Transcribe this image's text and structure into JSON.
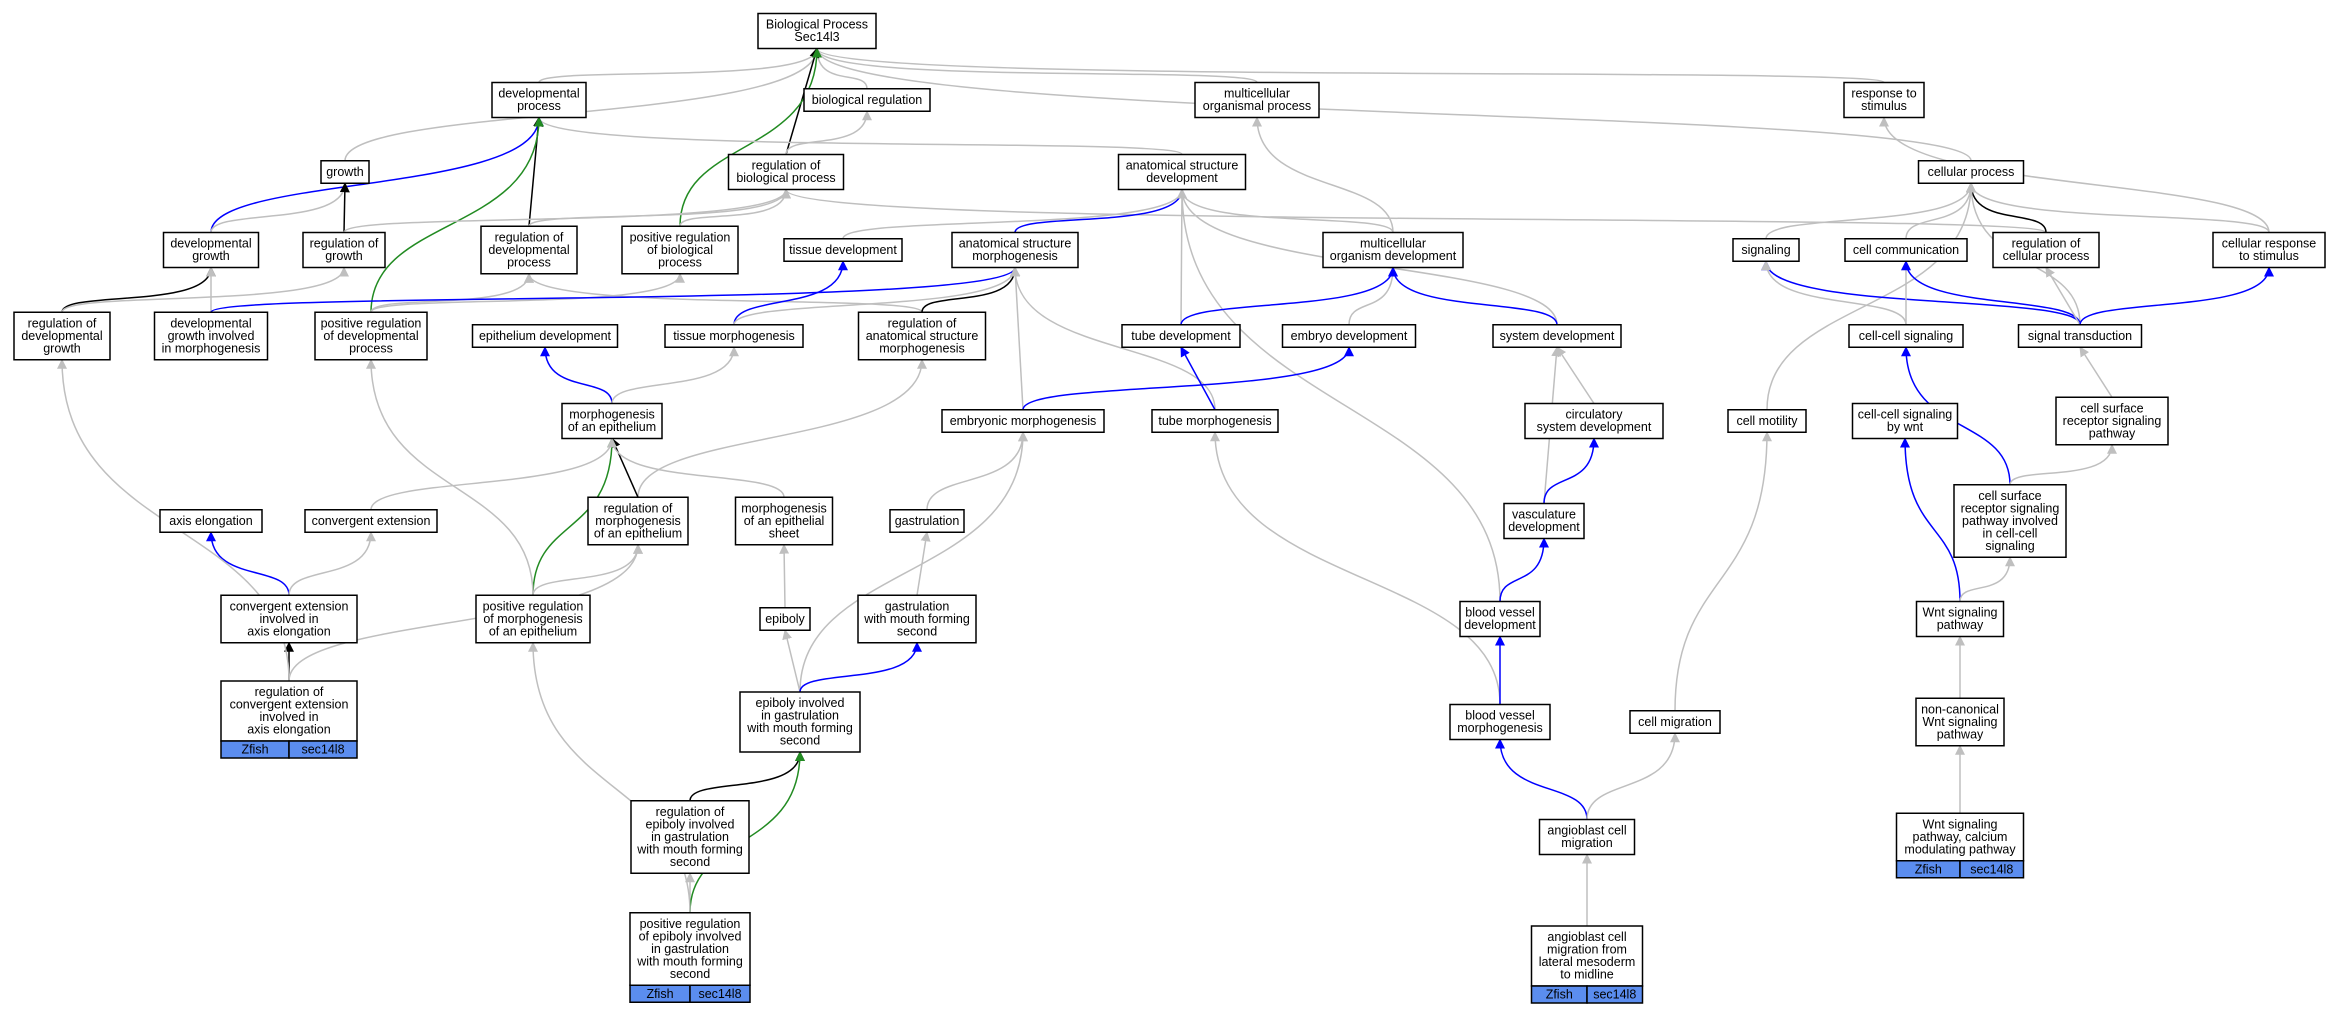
{
  "colors": {
    "is_a": "#bfbfbf",
    "part_of": "#0000ff",
    "regulates": "#000000",
    "positively_regulates": "#228b22",
    "annotation_tag_fill": "#5b8def"
  },
  "nodes": {
    "bp": [
      "Biological Process",
      "Sec14l3"
    ],
    "dev_proc": [
      "developmental",
      "process"
    ],
    "bio_reg": [
      "biological regulation"
    ],
    "mcop": [
      "multicellular",
      "organismal process"
    ],
    "resp_stim": [
      "response to",
      "stimulus"
    ],
    "growth": [
      "growth"
    ],
    "reg_bp": [
      "regulation of",
      "biological process"
    ],
    "asd": [
      "anatomical structure",
      "development"
    ],
    "cell_proc": [
      "cellular process"
    ],
    "dev_growth": [
      "developmental",
      "growth"
    ],
    "reg_growth": [
      "regulation of",
      "growth"
    ],
    "reg_dev_proc": [
      "regulation of",
      "developmental",
      "process"
    ],
    "pos_reg_bp": [
      "positive regulation",
      "of biological",
      "process"
    ],
    "tissue_dev": [
      "tissue development"
    ],
    "asm": [
      "anatomical structure",
      "morphogenesis"
    ],
    "mcod": [
      "multicellular",
      "organism development"
    ],
    "signaling": [
      "signaling"
    ],
    "cell_comm": [
      "cell communication"
    ],
    "reg_cell_proc": [
      "regulation of",
      "cellular process"
    ],
    "cell_resp": [
      "cellular response",
      "to stimulus"
    ],
    "reg_dev_growth": [
      "regulation of",
      "developmental",
      "growth"
    ],
    "dev_growth_morph": [
      "developmental",
      "growth involved",
      "in morphogenesis"
    ],
    "pos_reg_dev_proc": [
      "positive regulation",
      "of developmental",
      "process"
    ],
    "epi_dev": [
      "epithelium development"
    ],
    "tissue_morph": [
      "tissue morphogenesis"
    ],
    "reg_asm": [
      "regulation of",
      "anatomical structure",
      "morphogenesis"
    ],
    "tube_dev": [
      "tube development"
    ],
    "embryo_dev": [
      "embryo development"
    ],
    "sys_dev": [
      "system development"
    ],
    "cc_signaling": [
      "cell-cell signaling"
    ],
    "sig_trans": [
      "signal transduction"
    ],
    "morph_epi": [
      "morphogenesis",
      "of an epithelium"
    ],
    "emb_morph": [
      "embryonic morphogenesis"
    ],
    "tube_morph": [
      "tube morphogenesis"
    ],
    "circ_sys": [
      "circulatory",
      "system development"
    ],
    "cell_motility": [
      "cell motility"
    ],
    "cc_wnt": [
      "cell-cell signaling",
      "by wnt"
    ],
    "csr_path": [
      "cell surface",
      "receptor signaling",
      "pathway"
    ],
    "axis_elong": [
      "axis elongation"
    ],
    "conv_ext": [
      "convergent extension"
    ],
    "reg_morph_epi": [
      "regulation of",
      "morphogenesis",
      "of an epithelium"
    ],
    "morph_epi_sheet": [
      "morphogenesis",
      "of an epithelial",
      "sheet"
    ],
    "gastrulation": [
      "gastrulation"
    ],
    "vasc_dev": [
      "vasculature",
      "development"
    ],
    "csr_cc": [
      "cell surface",
      "receptor signaling",
      "pathway involved",
      "in cell-cell",
      "signaling"
    ],
    "conv_ext_axis": [
      "convergent extension",
      "involved in",
      "axis elongation"
    ],
    "pos_reg_morph_epi": [
      "positive regulation",
      "of morphogenesis",
      "of an epithelium"
    ],
    "epiboly": [
      "epiboly"
    ],
    "gast_mouth": [
      "gastrulation",
      "with mouth forming",
      "second"
    ],
    "bv_dev": [
      "blood vessel",
      "development"
    ],
    "wnt_path": [
      "Wnt signaling",
      "pathway"
    ],
    "reg_conv_ext": [
      "regulation of",
      "convergent extension",
      "involved in",
      "axis elongation"
    ],
    "epiboly_gast": [
      "epiboly involved",
      "in gastrulation",
      "with mouth forming",
      "second"
    ],
    "bv_morph": [
      "blood vessel",
      "morphogenesis"
    ],
    "cell_migration": [
      "cell migration"
    ],
    "noncanon_wnt": [
      "non-canonical",
      "Wnt signaling",
      "pathway"
    ],
    "reg_epiboly": [
      "regulation of",
      "epiboly involved",
      "in gastrulation",
      "with mouth forming",
      "second"
    ],
    "angio_mig": [
      "angioblast cell",
      "migration"
    ],
    "wnt_calcium": [
      "Wnt signaling",
      "pathway, calcium",
      "modulating pathway"
    ],
    "pos_reg_epiboly": [
      "positive regulation",
      "of epiboly involved",
      "in gastrulation",
      "with mouth forming",
      "second"
    ],
    "angio_lat": [
      "angioblast cell",
      "migration from",
      "lateral mesoderm",
      "to midline"
    ]
  },
  "annotations": {
    "reg_conv_ext": [
      "Zfish",
      "sec14l8"
    ],
    "wnt_calcium": [
      "Zfish",
      "sec14l8"
    ],
    "pos_reg_epiboly": [
      "Zfish",
      "sec14l8"
    ],
    "angio_lat": [
      "Zfish",
      "sec14l8"
    ]
  },
  "edges": [
    {
      "from": "dev_proc",
      "to": "bp",
      "type": "is_a"
    },
    {
      "from": "bio_reg",
      "to": "bp",
      "type": "is_a"
    },
    {
      "from": "mcop",
      "to": "bp",
      "type": "is_a"
    },
    {
      "from": "resp_stim",
      "to": "bp",
      "type": "is_a"
    },
    {
      "from": "cell_proc",
      "to": "bp",
      "type": "is_a"
    },
    {
      "from": "growth",
      "to": "bp",
      "type": "is_a"
    },
    {
      "from": "reg_bp",
      "to": "bp",
      "type": "regulates"
    },
    {
      "from": "pos_reg_bp",
      "to": "bp",
      "type": "positively_regulates"
    },
    {
      "from": "reg_bp",
      "to": "bio_reg",
      "type": "is_a"
    },
    {
      "from": "asd",
      "to": "dev_proc",
      "type": "is_a"
    },
    {
      "from": "dev_growth",
      "to": "dev_proc",
      "type": "part_of"
    },
    {
      "from": "reg_dev_proc",
      "to": "dev_proc",
      "type": "regulates"
    },
    {
      "from": "pos_reg_dev_proc",
      "to": "dev_proc",
      "type": "positively_regulates"
    },
    {
      "from": "mcod",
      "to": "mcop",
      "type": "is_a"
    },
    {
      "from": "cell_resp",
      "to": "resp_stim",
      "type": "is_a"
    },
    {
      "from": "dev_growth",
      "to": "growth",
      "type": "is_a"
    },
    {
      "from": "reg_growth",
      "to": "growth",
      "type": "regulates"
    },
    {
      "from": "reg_growth",
      "to": "reg_bp",
      "type": "is_a"
    },
    {
      "from": "reg_dev_proc",
      "to": "reg_bp",
      "type": "is_a"
    },
    {
      "from": "pos_reg_bp",
      "to": "reg_bp",
      "type": "is_a"
    },
    {
      "from": "reg_cell_proc",
      "to": "reg_bp",
      "type": "is_a"
    },
    {
      "from": "asm",
      "to": "asd",
      "type": "part_of"
    },
    {
      "from": "mcod",
      "to": "asd",
      "type": "is_a"
    },
    {
      "from": "tube_dev",
      "to": "asd",
      "type": "is_a"
    },
    {
      "from": "tissue_dev",
      "to": "asd",
      "type": "is_a"
    },
    {
      "from": "sys_dev",
      "to": "asd",
      "type": "is_a"
    },
    {
      "from": "bv_dev",
      "to": "asd",
      "type": "is_a"
    },
    {
      "from": "signaling",
      "to": "cell_proc",
      "type": "is_a"
    },
    {
      "from": "cell_comm",
      "to": "cell_proc",
      "type": "is_a"
    },
    {
      "from": "reg_cell_proc",
      "to": "cell_proc",
      "type": "regulates"
    },
    {
      "from": "cell_resp",
      "to": "cell_proc",
      "type": "is_a"
    },
    {
      "from": "sig_trans",
      "to": "cell_proc",
      "type": "is_a"
    },
    {
      "from": "cell_motility",
      "to": "cell_proc",
      "type": "is_a"
    },
    {
      "from": "reg_dev_growth",
      "to": "dev_growth",
      "type": "regulates"
    },
    {
      "from": "dev_growth_morph",
      "to": "dev_growth",
      "type": "is_a"
    },
    {
      "from": "reg_dev_growth",
      "to": "reg_growth",
      "type": "is_a"
    },
    {
      "from": "pos_reg_dev_proc",
      "to": "reg_dev_proc",
      "type": "is_a"
    },
    {
      "from": "reg_asm",
      "to": "reg_dev_proc",
      "type": "is_a"
    },
    {
      "from": "pos_reg_dev_proc",
      "to": "pos_reg_bp",
      "type": "is_a"
    },
    {
      "from": "tissue_morph",
      "to": "tissue_dev",
      "type": "part_of"
    },
    {
      "from": "dev_growth_morph",
      "to": "asm",
      "type": "part_of"
    },
    {
      "from": "reg_asm",
      "to": "asm",
      "type": "regulates"
    },
    {
      "from": "emb_morph",
      "to": "asm",
      "type": "is_a"
    },
    {
      "from": "tube_morph",
      "to": "asm",
      "type": "is_a"
    },
    {
      "from": "tissue_morph",
      "to": "asm",
      "type": "is_a"
    },
    {
      "from": "tube_dev",
      "to": "mcod",
      "type": "part_of"
    },
    {
      "from": "embryo_dev",
      "to": "mcod",
      "type": "is_a"
    },
    {
      "from": "sys_dev",
      "to": "mcod",
      "type": "part_of"
    },
    {
      "from": "sig_trans",
      "to": "signaling",
      "type": "part_of"
    },
    {
      "from": "cc_signaling",
      "to": "signaling",
      "type": "is_a"
    },
    {
      "from": "cc_signaling",
      "to": "cell_comm",
      "type": "is_a"
    },
    {
      "from": "sig_trans",
      "to": "cell_comm",
      "type": "part_of"
    },
    {
      "from": "sig_trans",
      "to": "reg_cell_proc",
      "type": "is_a"
    },
    {
      "from": "sig_trans",
      "to": "cell_resp",
      "type": "part_of"
    },
    {
      "from": "morph_epi",
      "to": "epi_dev",
      "type": "part_of"
    },
    {
      "from": "morph_epi",
      "to": "tissue_morph",
      "type": "is_a"
    },
    {
      "from": "reg_morph_epi",
      "to": "reg_asm",
      "type": "is_a"
    },
    {
      "from": "tube_morph",
      "to": "tube_dev",
      "type": "part_of"
    },
    {
      "from": "emb_morph",
      "to": "embryo_dev",
      "type": "part_of"
    },
    {
      "from": "circ_sys",
      "to": "sys_dev",
      "type": "is_a"
    },
    {
      "from": "vasc_dev",
      "to": "sys_dev",
      "type": "is_a"
    },
    {
      "from": "csr_cc",
      "to": "cc_signaling",
      "type": "part_of"
    },
    {
      "from": "csr_path",
      "to": "sig_trans",
      "type": "is_a"
    },
    {
      "from": "conv_ext",
      "to": "morph_epi",
      "type": "is_a"
    },
    {
      "from": "reg_morph_epi",
      "to": "morph_epi",
      "type": "regulates"
    },
    {
      "from": "pos_reg_morph_epi",
      "to": "morph_epi",
      "type": "positively_regulates"
    },
    {
      "from": "morph_epi_sheet",
      "to": "morph_epi",
      "type": "is_a"
    },
    {
      "from": "gastrulation",
      "to": "emb_morph",
      "type": "is_a"
    },
    {
      "from": "epiboly_gast",
      "to": "emb_morph",
      "type": "is_a"
    },
    {
      "from": "bv_morph",
      "to": "tube_morph",
      "type": "is_a"
    },
    {
      "from": "vasc_dev",
      "to": "circ_sys",
      "type": "part_of"
    },
    {
      "from": "cell_migration",
      "to": "cell_motility",
      "type": "is_a"
    },
    {
      "from": "wnt_path",
      "to": "cc_wnt",
      "type": "part_of"
    },
    {
      "from": "csr_cc",
      "to": "csr_path",
      "type": "is_a"
    },
    {
      "from": "conv_ext_axis",
      "to": "axis_elong",
      "type": "part_of"
    },
    {
      "from": "conv_ext_axis",
      "to": "conv_ext",
      "type": "is_a"
    },
    {
      "from": "pos_reg_morph_epi",
      "to": "reg_morph_epi",
      "type": "is_a"
    },
    {
      "from": "epiboly",
      "to": "morph_epi_sheet",
      "type": "is_a"
    },
    {
      "from": "gast_mouth",
      "to": "gastrulation",
      "type": "is_a"
    },
    {
      "from": "bv_dev",
      "to": "vasc_dev",
      "type": "part_of"
    },
    {
      "from": "wnt_path",
      "to": "csr_cc",
      "type": "is_a"
    },
    {
      "from": "reg_conv_ext",
      "to": "conv_ext_axis",
      "type": "regulates"
    },
    {
      "from": "epiboly_gast",
      "to": "epiboly",
      "type": "is_a"
    },
    {
      "from": "epiboly_gast",
      "to": "gast_mouth",
      "type": "part_of"
    },
    {
      "from": "bv_morph",
      "to": "bv_dev",
      "type": "part_of"
    },
    {
      "from": "noncanon_wnt",
      "to": "wnt_path",
      "type": "is_a"
    },
    {
      "from": "reg_epiboly",
      "to": "epiboly_gast",
      "type": "regulates"
    },
    {
      "from": "angio_mig",
      "to": "bv_morph",
      "type": "part_of"
    },
    {
      "from": "angio_mig",
      "to": "cell_migration",
      "type": "is_a"
    },
    {
      "from": "wnt_calcium",
      "to": "noncanon_wnt",
      "type": "is_a"
    },
    {
      "from": "pos_reg_epiboly",
      "to": "reg_epiboly",
      "type": "is_a"
    },
    {
      "from": "pos_reg_epiboly",
      "to": "epiboly_gast",
      "type": "positively_regulates"
    },
    {
      "from": "angio_lat",
      "to": "angio_mig",
      "type": "is_a"
    },
    {
      "from": "reg_conv_ext",
      "to": "reg_dev_growth",
      "type": "is_a"
    },
    {
      "from": "reg_conv_ext",
      "to": "reg_morph_epi",
      "type": "is_a"
    },
    {
      "from": "pos_reg_epiboly",
      "to": "pos_reg_morph_epi",
      "type": "is_a"
    },
    {
      "from": "pos_reg_morph_epi",
      "to": "pos_reg_dev_proc",
      "type": "is_a"
    }
  ]
}
